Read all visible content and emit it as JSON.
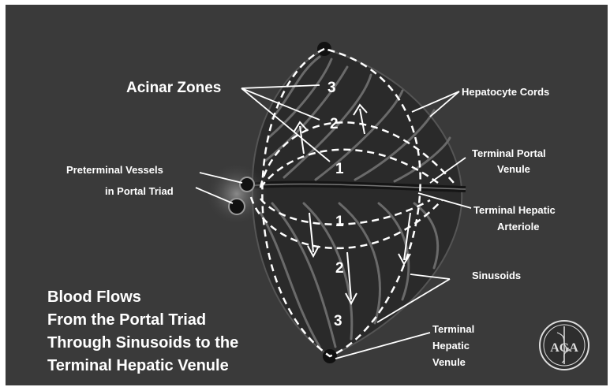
{
  "labels": {
    "acinar_zones": "Acinar Zones",
    "hepatocyte_cords": "Hepatocyte Cords",
    "preterminal_line1": "Preterminal Vessels",
    "preterminal_line2": "in Portal Triad",
    "terminal_portal_line1": "Terminal Portal",
    "terminal_portal_line2": "Venule",
    "terminal_arteriole_line1": "Terminal Hepatic",
    "terminal_arteriole_line2": "Arteriole",
    "sinusoids": "Sinusoids",
    "terminal_venule_line1": "Terminal",
    "terminal_venule_line2": "Hepatic",
    "terminal_venule_line3": "Venule"
  },
  "zones_upper": [
    "3",
    "2",
    "1"
  ],
  "zones_lower": [
    "1",
    "2",
    "3"
  ],
  "caption": [
    "Blood Flows",
    "From the Portal Triad",
    "Through Sinusoids to the",
    "Terminal Hepatic Venule"
  ],
  "seal": {
    "letters": "AGA",
    "color": "#dddddd"
  },
  "colors": {
    "background": "#3a3a3a",
    "acinus": "#2a2a2a",
    "cords": "#6a6a6a",
    "text": "#ffffff"
  }
}
